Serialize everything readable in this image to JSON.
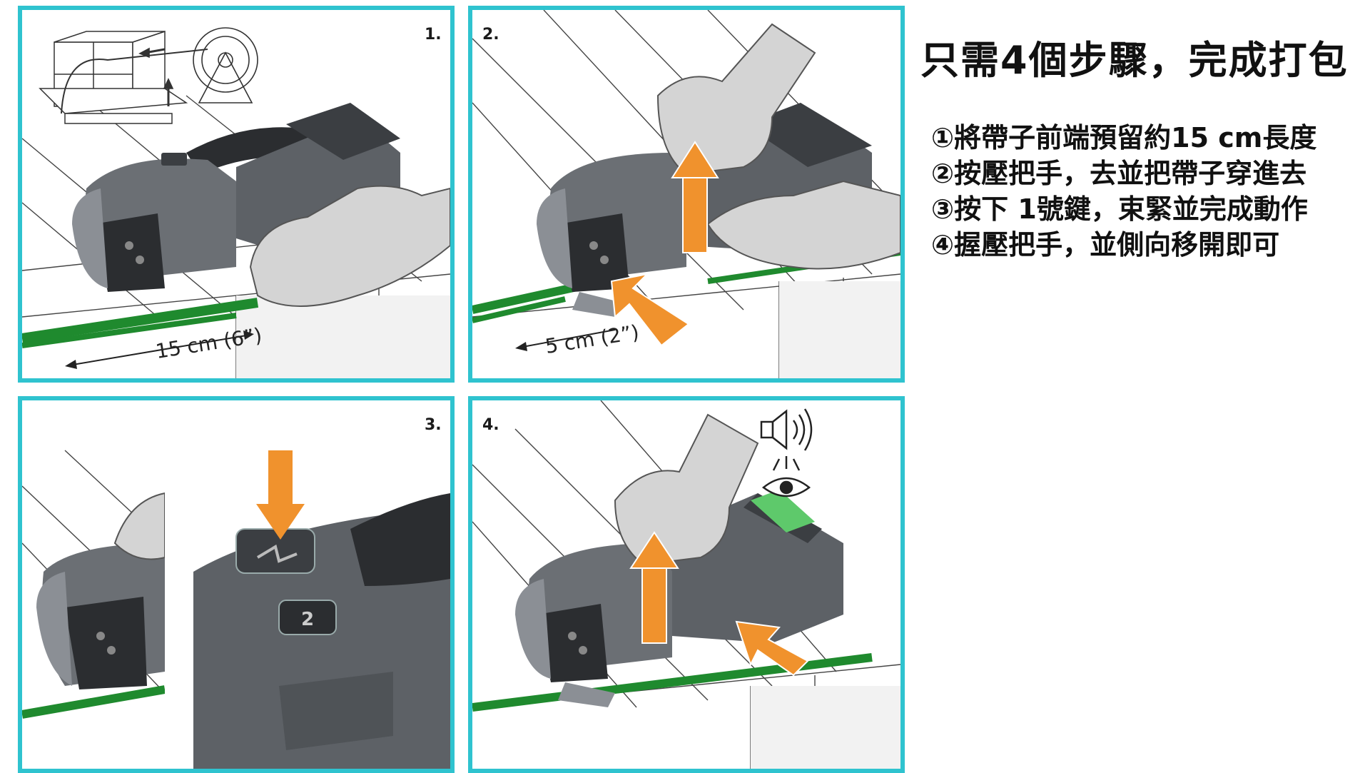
{
  "title": "只需4個步驟，完成打包",
  "steps": [
    "①將帶子前端預留約15 cm長度",
    "②按壓把手，去並把帶子穿進去",
    "③按下 1號鍵，束緊並完成動作",
    "④握壓把手，並側向移開即可"
  ],
  "panels": [
    {
      "number": "1.",
      "measurement": "15 cm (6”)"
    },
    {
      "number": "2.",
      "measurement": "5 cm (2”)"
    },
    {
      "number": "3."
    },
    {
      "number": "4."
    }
  ],
  "icons": {
    "panel1": [
      "strapping-tool-icon",
      "pallet-icon",
      "strap-coil-icon",
      "gloved-hand-icon"
    ],
    "panel2": [
      "strapping-tool-icon",
      "gloved-hand-icon",
      "arrow-up-icon",
      "arrow-diagonal-icon"
    ],
    "panel3": [
      "strapping-tool-icon",
      "gloved-hand-icon",
      "button-1-icon",
      "button-2-icon",
      "arrow-down-icon"
    ],
    "panel4": [
      "strapping-tool-icon",
      "gloved-hand-icon",
      "speaker-icon",
      "eye-icon",
      "arrow-up-icon",
      "arrow-diagonal-icon"
    ]
  },
  "colors": {
    "panel_border": "#2fc3cf",
    "strap": "#1f8a2e",
    "arrow": "#f0922d",
    "tool_body": "#5d6166",
    "tool_dark": "#2b2d30",
    "glove": "#d4d4d4",
    "led": "#5ec96b"
  }
}
